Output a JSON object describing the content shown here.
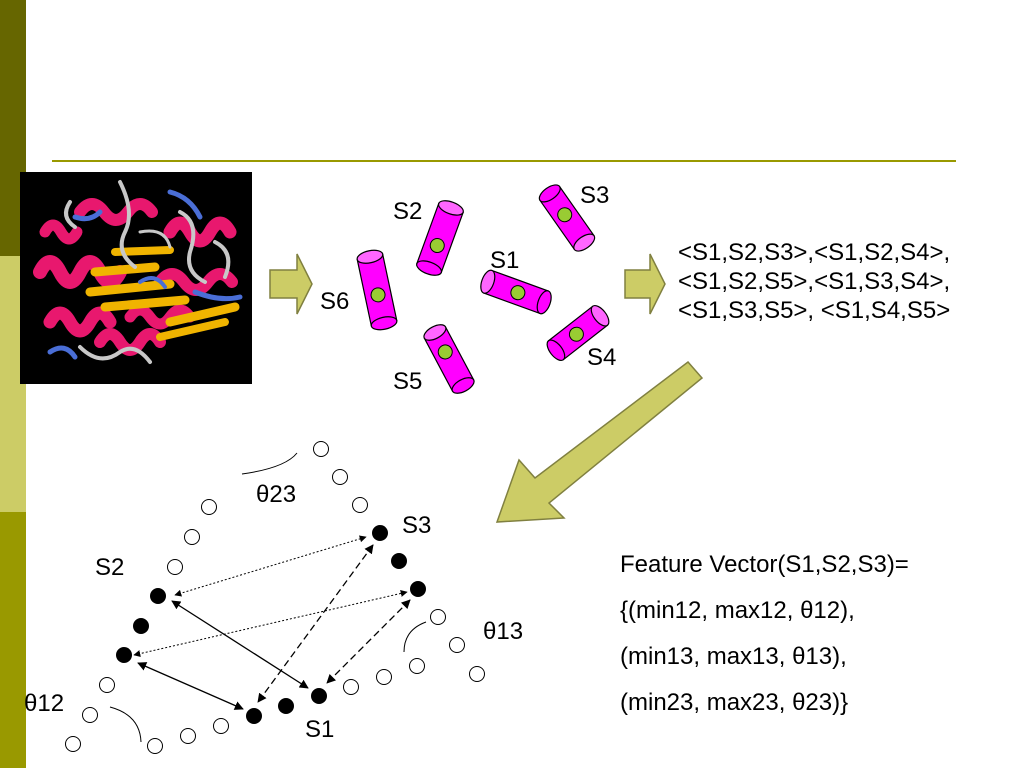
{
  "colors": {
    "sidebar_top": "#666600",
    "sidebar_mid": "#cccc66",
    "sidebar_bottom": "#999900",
    "divider": "#999900",
    "arrow_fill": "#cccc66",
    "arrow_stroke": "#808040",
    "cylinder": "#ff00ff",
    "cylinder_cap": "#ff66ff",
    "center_dot": "#99cc33",
    "helix": "#e8186e",
    "strand": "#f0b400",
    "loop": "#c8c8c8",
    "coil": "#4a6ed6"
  },
  "sse_labels": {
    "s1": "S1",
    "s2": "S2",
    "s3": "S3",
    "s4": "S4",
    "s5": "S5",
    "s6": "S6"
  },
  "triplets": [
    "<S1,S2,S3>,<S1,S2,S4>,",
    "<S1,S2,S5>,<S1,S3,S4>,",
    "<S1,S3,S5>, <S1,S4,S5>"
  ],
  "lower": {
    "s1": "S1",
    "s2": "S2",
    "s3": "S3",
    "theta12": "θ12",
    "theta13": "θ13",
    "theta23": "θ23"
  },
  "feature_vector": [
    "Feature Vector(S1,S2,S3)=",
    "{(min12, max12, θ12),",
    "(min13, max13, θ13),",
    "(min23, max23, θ23)}"
  ]
}
